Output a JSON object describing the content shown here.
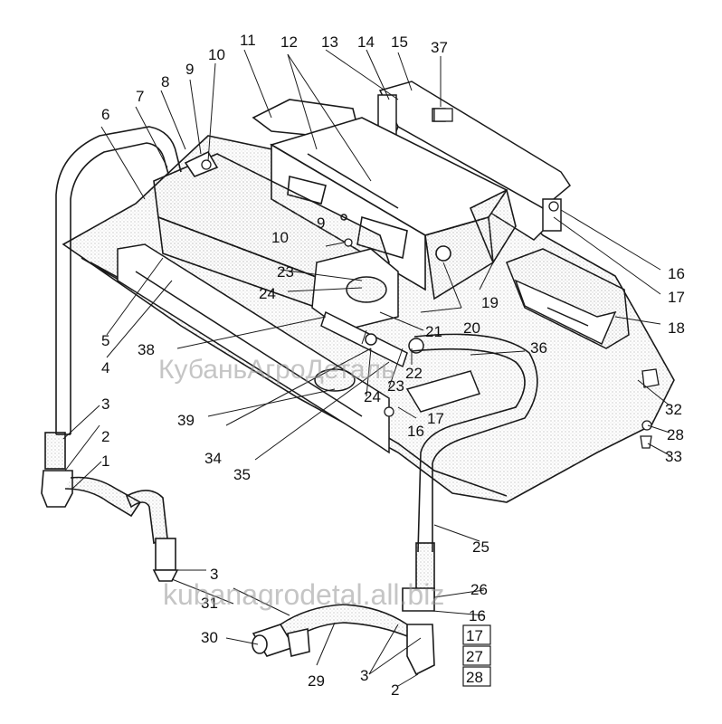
{
  "labels": [
    {
      "id": "1",
      "text": "1"
    },
    {
      "id": "2a",
      "text": "2"
    },
    {
      "id": "2b",
      "text": "2"
    },
    {
      "id": "3a",
      "text": "3"
    },
    {
      "id": "3b",
      "text": "3"
    },
    {
      "id": "3c",
      "text": "3"
    },
    {
      "id": "4",
      "text": "4"
    },
    {
      "id": "5",
      "text": "5"
    },
    {
      "id": "6",
      "text": "6"
    },
    {
      "id": "7",
      "text": "7"
    },
    {
      "id": "8",
      "text": "8"
    },
    {
      "id": "9a",
      "text": "9"
    },
    {
      "id": "9b",
      "text": "9"
    },
    {
      "id": "10a",
      "text": "10"
    },
    {
      "id": "10b",
      "text": "10"
    },
    {
      "id": "11",
      "text": "11"
    },
    {
      "id": "12",
      "text": "12"
    },
    {
      "id": "13",
      "text": "13"
    },
    {
      "id": "14",
      "text": "14"
    },
    {
      "id": "15",
      "text": "15"
    },
    {
      "id": "16a",
      "text": "16"
    },
    {
      "id": "16b",
      "text": "16"
    },
    {
      "id": "16c",
      "text": "16"
    },
    {
      "id": "17a",
      "text": "17"
    },
    {
      "id": "17b",
      "text": "17"
    },
    {
      "id": "18",
      "text": "18"
    },
    {
      "id": "19",
      "text": "19"
    },
    {
      "id": "20",
      "text": "20"
    },
    {
      "id": "21",
      "text": "21"
    },
    {
      "id": "22",
      "text": "22"
    },
    {
      "id": "23a",
      "text": "23"
    },
    {
      "id": "23b",
      "text": "23"
    },
    {
      "id": "24a",
      "text": "24"
    },
    {
      "id": "24b",
      "text": "24"
    },
    {
      "id": "25",
      "text": "25"
    },
    {
      "id": "26",
      "text": "26"
    },
    {
      "id": "28",
      "text": "28"
    },
    {
      "id": "29",
      "text": "29"
    },
    {
      "id": "30",
      "text": "30"
    },
    {
      "id": "31",
      "text": "31"
    },
    {
      "id": "32",
      "text": "32"
    },
    {
      "id": "33",
      "text": "33"
    },
    {
      "id": "34",
      "text": "34"
    },
    {
      "id": "35",
      "text": "35"
    },
    {
      "id": "36",
      "text": "36"
    },
    {
      "id": "37",
      "text": "37"
    },
    {
      "id": "38",
      "text": "38"
    },
    {
      "id": "39",
      "text": "39"
    }
  ],
  "boxed_labels": [
    {
      "id": "b17",
      "text": "17"
    },
    {
      "id": "b27",
      "text": "27"
    },
    {
      "id": "b28",
      "text": "28"
    }
  ],
  "watermarks": {
    "center": "КубаньАгроДеталь",
    "bottom": "kubanagrodetal.all.biz"
  },
  "colors": {
    "line": "#1a1a1a",
    "stipple": "#8a8a8a",
    "paper": "#ffffff"
  }
}
